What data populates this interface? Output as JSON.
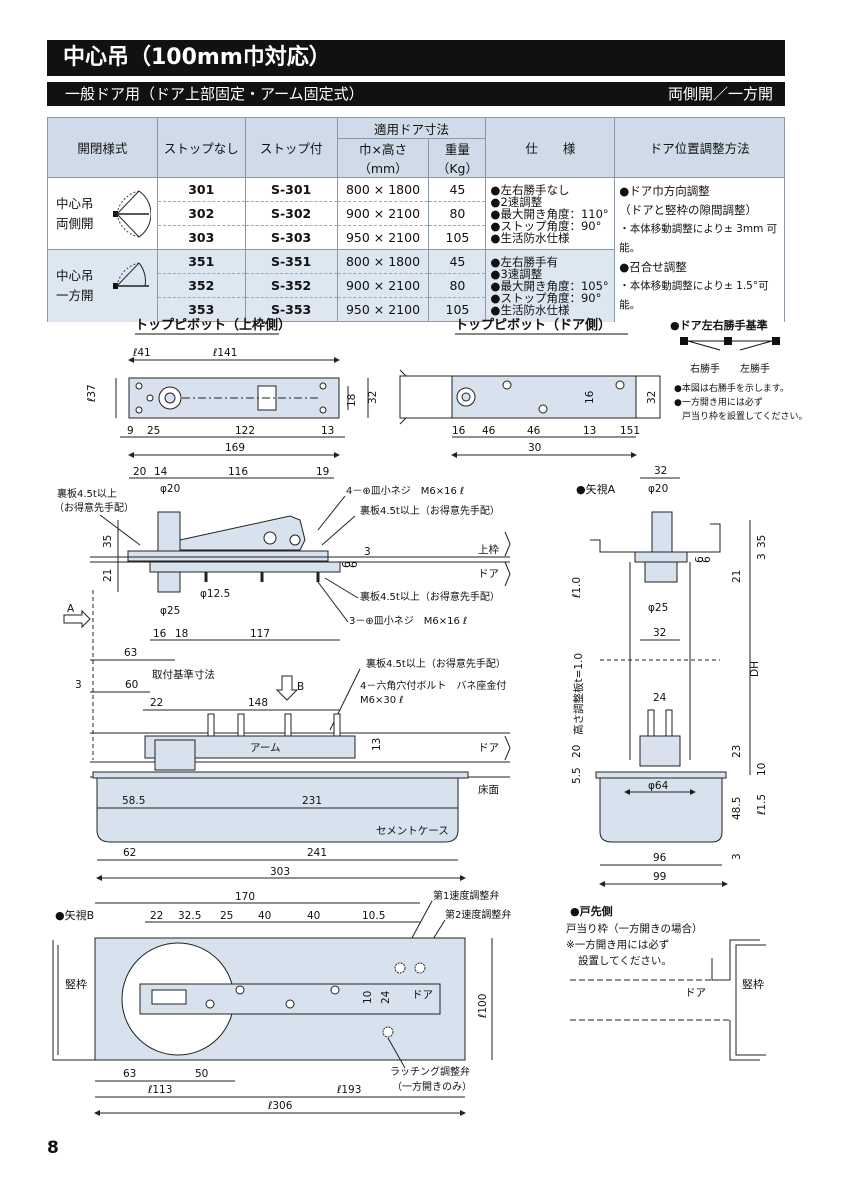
{
  "header": {
    "title": "中心吊（100mm巾対応）",
    "subtitle": "一般ドア用（ドア上部固定・アーム固定式）",
    "opening_type": "両側開／一方開"
  },
  "spec_table": {
    "headers": {
      "style": "開閉様式",
      "no_stop": "ストップなし",
      "with_stop": "ストップ付",
      "door_size_group": "適用ドア寸法",
      "size": "巾×高さ（mm）",
      "weight": "重量（Kg）",
      "spec": "仕　　様",
      "adjust": "ドア位置調整方法"
    },
    "groups": [
      {
        "style_lines": [
          "中心吊",
          "両側開"
        ],
        "rows": [
          {
            "no_stop": "301",
            "with_stop": "S-301",
            "size": "800 × 1800",
            "weight": "45"
          },
          {
            "no_stop": "302",
            "with_stop": "S-302",
            "size": "900 × 2100",
            "weight": "80"
          },
          {
            "no_stop": "303",
            "with_stop": "S-303",
            "size": "950 × 2100",
            "weight": "105"
          }
        ],
        "spec": [
          "●左右勝手なし",
          "●2速調整",
          "●最大開き角度：110°",
          "●ストップ角度：90°",
          "●生活防水仕様"
        ]
      },
      {
        "style_lines": [
          "中心吊",
          "一方開"
        ],
        "rows": [
          {
            "no_stop": "351",
            "with_stop": "S-351",
            "size": "800 × 1800",
            "weight": "45"
          },
          {
            "no_stop": "352",
            "with_stop": "S-352",
            "size": "900 × 2100",
            "weight": "80"
          },
          {
            "no_stop": "353",
            "with_stop": "S-353",
            "size": "950 × 2100",
            "weight": "105"
          }
        ],
        "spec": [
          "●左右勝手有",
          "●3速調整",
          "●最大開き角度：105°",
          "●ストップ角度：90°",
          "●生活防水仕様"
        ]
      }
    ],
    "adjust": [
      "●ドア巾方向調整",
      "（ドアと竪枠の隙間調整）",
      "・本体移動調整により± 3mm 可能。",
      "●召合せ調整",
      "・本体移動調整により± 1.5°可能。"
    ]
  },
  "diagrams": {
    "top_pivot_frame": {
      "title": "トップピボット（上枠側）",
      "dims": [
        "ℓ41",
        "ℓ141",
        "ℓ37",
        "18",
        "32",
        "9",
        "25",
        "122",
        "13",
        "169"
      ]
    },
    "top_pivot_door": {
      "title": "トップピボット（ドア側）",
      "dims": [
        "16",
        "32",
        "16",
        "30",
        "46",
        "46",
        "13",
        "151"
      ]
    },
    "hand_note": {
      "title": "●ドア左右勝手基準",
      "right": "右勝手",
      "left": "左勝手",
      "notes": [
        "●本図は右勝手を示します。",
        "●一方開き用には必ず",
        "戸当り枠を設置してください。"
      ]
    },
    "main_section": {
      "dims_top": [
        "20",
        "14",
        "116",
        "19"
      ],
      "phi20": "φ20",
      "ura_note_1": "裏板4.5t以上",
      "ura_note_1b": "（お得意先手配）",
      "screw_top": "4－⊕皿小ネジ　M6×16 ℓ",
      "ura_note_2": "裏板4.5t以上（お得意先手配）",
      "uwawaku": "上枠",
      "door": "ドア",
      "d35": "35",
      "d6a": "6",
      "d6b": "6",
      "d3": "3",
      "d21": "21",
      "phi12": "φ12.5",
      "ura_note_3": "裏板4.5t以上（お得意先手配）",
      "arrow_a": "A",
      "phi25": "φ25",
      "screw_bottom": "3－⊕皿小ネジ　M6×16 ℓ",
      "d16": "16",
      "d18": "18",
      "d117": "117"
    },
    "floor_section": {
      "d63": "63",
      "toritsuke": "取付基準寸法",
      "d3": "3",
      "d60": "60",
      "ura_note": "裏板4.5t以上（お得意先手配）",
      "bolt": "4－六角穴付ボルト　バネ座金付",
      "bolt_size": "M6×30 ℓ",
      "arrow_b": "B",
      "d22": "22",
      "d148": "148",
      "arm": "アーム",
      "d13": "13",
      "door": "ドア",
      "floor": "床面",
      "d58": "58.5",
      "d231": "231",
      "case": "セメントケース",
      "d62": "62",
      "d241": "241",
      "d303": "303"
    },
    "view_a": {
      "title": "●矢視A",
      "dims": [
        "32",
        "φ20",
        "35",
        "3",
        "6",
        "6",
        "21",
        "ℓ1.0",
        "φ25",
        "32",
        "高さ調整板t=1.0",
        "DH",
        "24",
        "20",
        "23",
        "5.5",
        "10",
        "φ64",
        "ℓ1.5",
        "48.5",
        "3",
        "96",
        "99"
      ]
    },
    "view_b": {
      "title": "●矢視B",
      "tatewaku": "竪枠",
      "valve1": "第1速度調整弁",
      "valve2": "第2速度調整弁",
      "dims_top": [
        "170",
        "22",
        "32.5",
        "25",
        "40",
        "40",
        "10.5"
      ],
      "door": "ドア",
      "d10": "10",
      "d24": "24",
      "d100": "ℓ100",
      "latch": "ラッチング調整弁",
      "latch_note": "（一方開きのみ）",
      "d63": "63",
      "d50": "50",
      "d113": "ℓ113",
      "d193": "ℓ193",
      "d306": "ℓ306"
    },
    "tosaki": {
      "title": "●戸先側",
      "line1": "戸当り枠（一方開きの場合）",
      "line2": "※一方開き用には必ず",
      "line3": "設置してください。",
      "door": "ドア",
      "tatewaku": "竪枠"
    }
  },
  "page_number": "8"
}
